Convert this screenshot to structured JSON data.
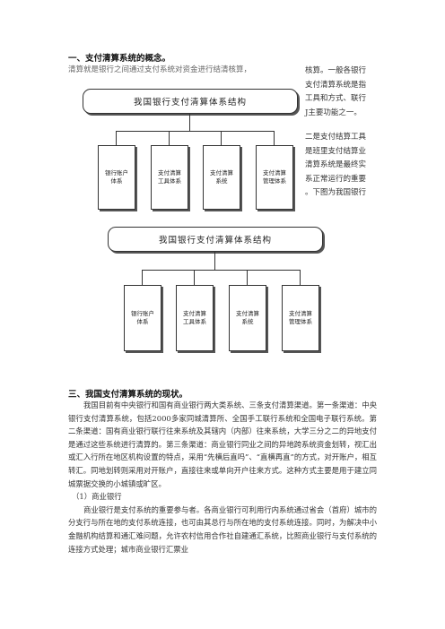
{
  "section1": {
    "heading": "一、支付清算系统的概念。",
    "cut_line": "清算就是银行之间通过支付系统对资金进行结清核算，",
    "side_top": [
      "核算。一般各银行",
      "支付清算系统是指",
      "工具和方式、联行",
      "J主要功能之一。"
    ],
    "side_bottom": [
      "二是支付结算工具",
      "是班里支付结算业",
      "清算系统是最终实",
      "系正常运行的重要",
      "。下图为我国银行"
    ]
  },
  "diagram1": {
    "title": "我国银行支付清算体系结构",
    "children": [
      "银行账户\n体系",
      "支付清算\n工具体系",
      "支付清算\n系统",
      "支付清算\n管理体系"
    ]
  },
  "diagram2": {
    "title": "我国银行支付清算体系结构",
    "children": [
      "银行账户\n体系",
      "支付清算\n工具体系",
      "支付清算\n系统",
      "支付清算\n管理体系"
    ]
  },
  "section3": {
    "heading": "三、我国支付清算系统的现状。",
    "p1": "我国目前有中央银行和国有商业银行两大类系统、三条支付清算渠道。第一条渠道：中央银行支付清算系统，包括2000多家同城清算所、全国手工联行系统和全国电子联行系统。第二条渠道：国有商业银行联行往来系统及其辖内（内部）往来系统，大学三分之二的异地支付是通过这些系统进行清算的。第三条渠道：商业银行同业之间的异地跨系统资金划转，视汇出或汇入行所在地区机构设置的特点，采用“先横后直吗”、“直横再直”的方式，对开账户，相互转汇。同地划转则采用对开账户，直接往来或单向开户往来方式。这种方式主要是用于建立同城票据交换的小城镇或旷区。",
    "sub1": "（1）商业银行",
    "p2": "商业银行是支付系统的重要参与者。各商业银行可利用行内系统通过省会（首府）城市的分支行与所在地的支付系统连接，也可由其总行与所在地的支付系统连接。同时，为解决中小金融机构结算和通汇难问题，允许农村信用合作社自建通汇系统，比照商业银行与支付系统的连接方式处理；城市商业银行汇票业"
  }
}
